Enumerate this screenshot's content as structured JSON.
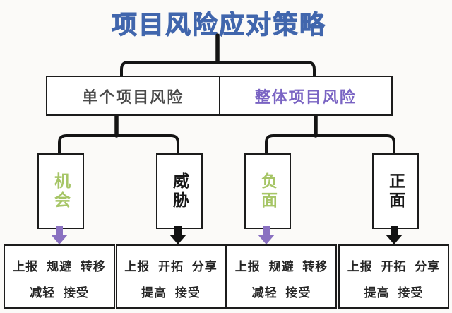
{
  "title": {
    "text": "项目风险应对策略",
    "color": "#4166ad"
  },
  "tree": {
    "connector_color": "#141414",
    "level1": [
      {
        "label": "单个项目风险",
        "color": "#4a4a4a"
      },
      {
        "label": "整体项目风险",
        "color": "#7a64c3"
      }
    ],
    "level2": [
      {
        "label": "机会",
        "color": "#a6c566",
        "arrow_color": "#8a71c1"
      },
      {
        "label": "威胁",
        "color": "#181818",
        "arrow_color": "#121212"
      },
      {
        "label": "负面",
        "color": "#a6c566",
        "arrow_color": "#8a71c1"
      },
      {
        "label": "正面",
        "color": "#181818",
        "arrow_color": "#121212"
      }
    ],
    "level3": [
      {
        "line1": "上报 规避 转移",
        "line2": "减轻 接受"
      },
      {
        "line1": "上报 开拓 分享",
        "line2": "提高 接受"
      },
      {
        "line1": "上报 规避 转移",
        "line2": "减轻 接受"
      },
      {
        "line1": "上报 开拓 分享",
        "line2": "提高 接受"
      }
    ]
  }
}
